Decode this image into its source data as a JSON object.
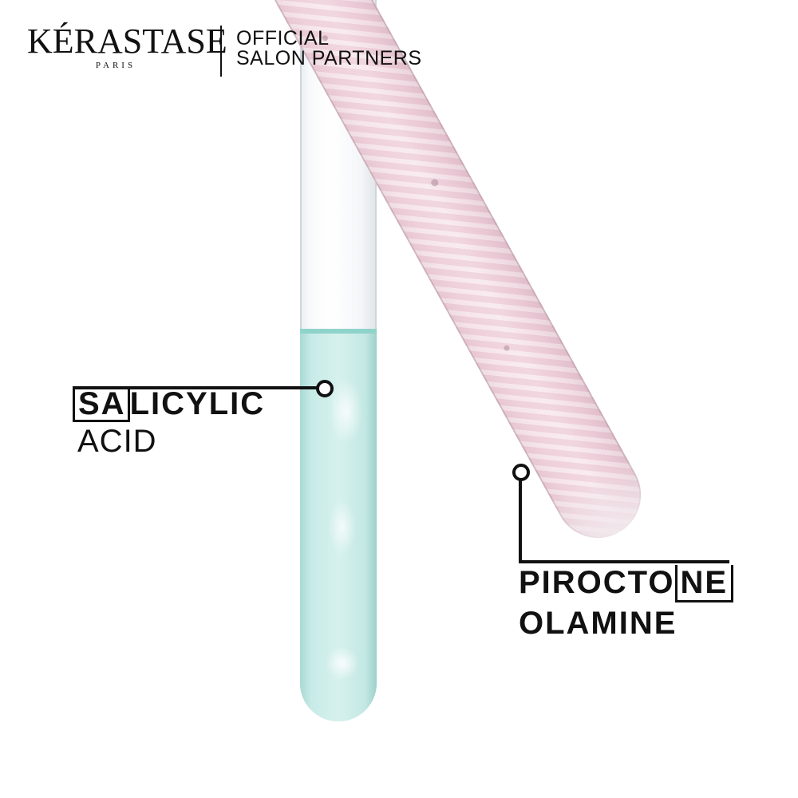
{
  "header": {
    "brand_name": "KÉRASTASE",
    "brand_sub": "PARIS",
    "partner_line1": "OFFICIAL",
    "partner_line2": "SALON PARTNERS"
  },
  "ingredients": [
    {
      "highlight": "SA",
      "rest": "LICYLIC",
      "line2": "ACID",
      "color": "#8fd3cb"
    },
    {
      "prefix": "PIROCTO",
      "highlight": "NE",
      "line2": "OLAMINE",
      "color": "#f2d8e1"
    }
  ],
  "colors": {
    "text": "#111111",
    "background": "#ffffff",
    "liquid": "#c8ebe7",
    "pink_tube": "#f2d8e1"
  }
}
